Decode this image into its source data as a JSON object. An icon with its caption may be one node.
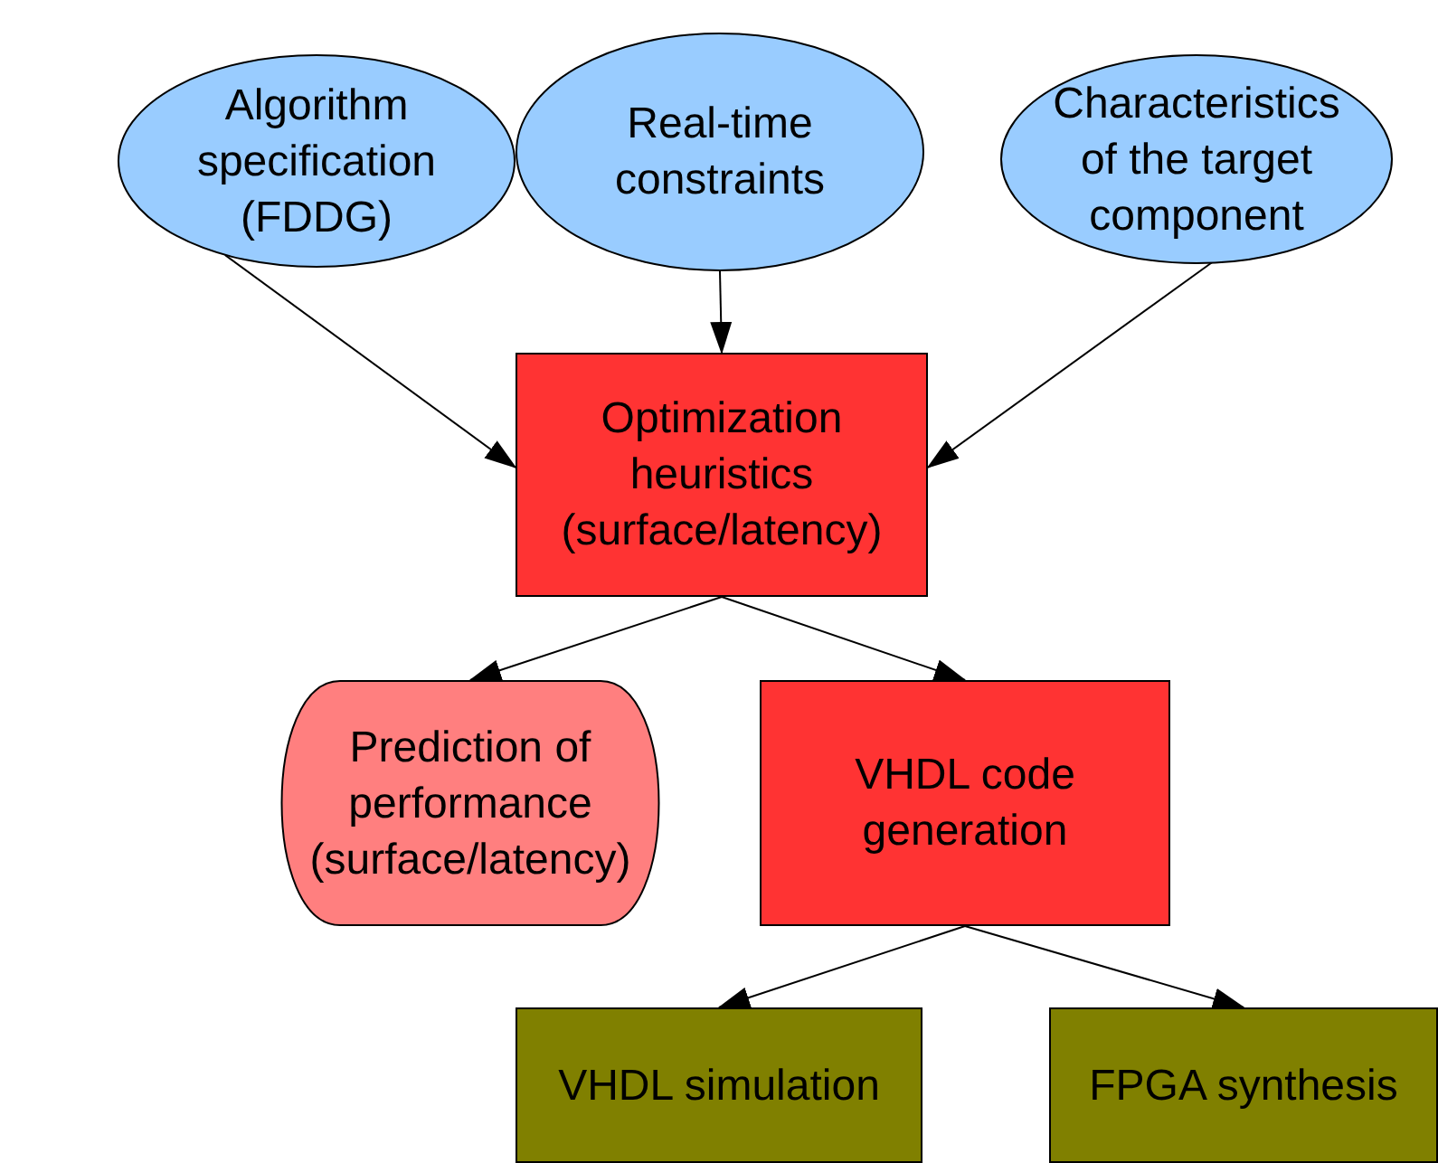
{
  "diagram": {
    "nodes": [
      {
        "text": [
          "Algorithm specification (FDDG)"
        ]
      },
      {
        "text": [
          "Real-time constraints"
        ]
      },
      {
        "text": [
          "Characteristics of the target component"
        ]
      },
      {
        "text": [
          "Optimization heuristics (surface/latency)"
        ]
      },
      {
        "text": [
          "Prediction of performance (surface/latency)"
        ]
      },
      {
        "text": [
          "VHDL code generation"
        ]
      },
      {
        "text": [
          "VHDL simulation"
        ]
      },
      {
        "text": [
          "FPGA synthesis"
        ]
      }
    ],
    "edges": [
      {
        "from": 0,
        "to": 3,
        "arrow": "to"
      },
      {
        "from": 1,
        "to": 3,
        "arrow": "to"
      },
      {
        "from": 2,
        "to": 3,
        "arrow": "to"
      },
      {
        "from": 3,
        "to": 4,
        "arrow": "to"
      },
      {
        "from": 3,
        "to": 5,
        "arrow": "to"
      },
      {
        "from": 5,
        "to": 6,
        "arrow": "to"
      },
      {
        "from": 5,
        "to": 7,
        "arrow": "to"
      }
    ]
  }
}
